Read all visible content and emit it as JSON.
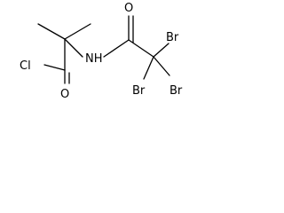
{
  "structure": {
    "atoms": {
      "chlorine": "Cl",
      "carbonyl_oxygen_left": "O",
      "amide_nitrogen": "NH",
      "carbonyl_oxygen_right": "O",
      "bromine_top": "Br",
      "bromine_bottom_left": "Br",
      "bromine_bottom_right": "Br"
    }
  }
}
